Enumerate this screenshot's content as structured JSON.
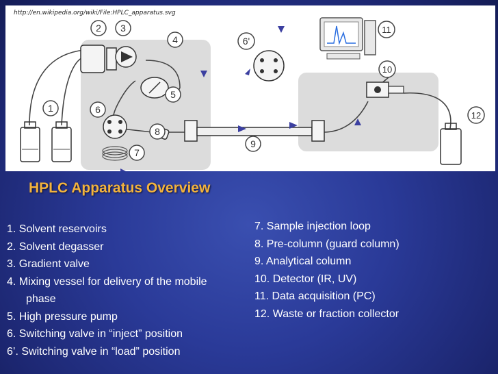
{
  "diagram": {
    "source_url": "http://en.wikipedia.org/wiki/File:HPLC_apparatus.svg",
    "callouts": [
      "1",
      "2",
      "3",
      "4",
      "5",
      "6",
      "6'",
      "7",
      "8",
      "9",
      "10",
      "11",
      "12"
    ]
  },
  "title": "HPLC Apparatus Overview",
  "left_list": [
    "1. Solvent reservoirs",
    "2. Solvent degasser",
    "3. Gradient valve",
    "4. Mixing vessel for delivery of the mobile",
    "phase",
    "5. High pressure pump",
    "6. Switching valve in “inject” position",
    "6’. Switching valve in “load” position"
  ],
  "right_list": [
    "7. Sample injection loop",
    "8. Pre-column (guard column)",
    "9. Analytical column",
    "10. Detector (IR, UV)",
    "11. Data acquisition (PC)",
    "12. Waste or fraction collector"
  ],
  "colors": {
    "title": "#f3b33d",
    "panel": "#dcdcdc",
    "arrow": "#3b3fa0",
    "outline": "#333333"
  }
}
